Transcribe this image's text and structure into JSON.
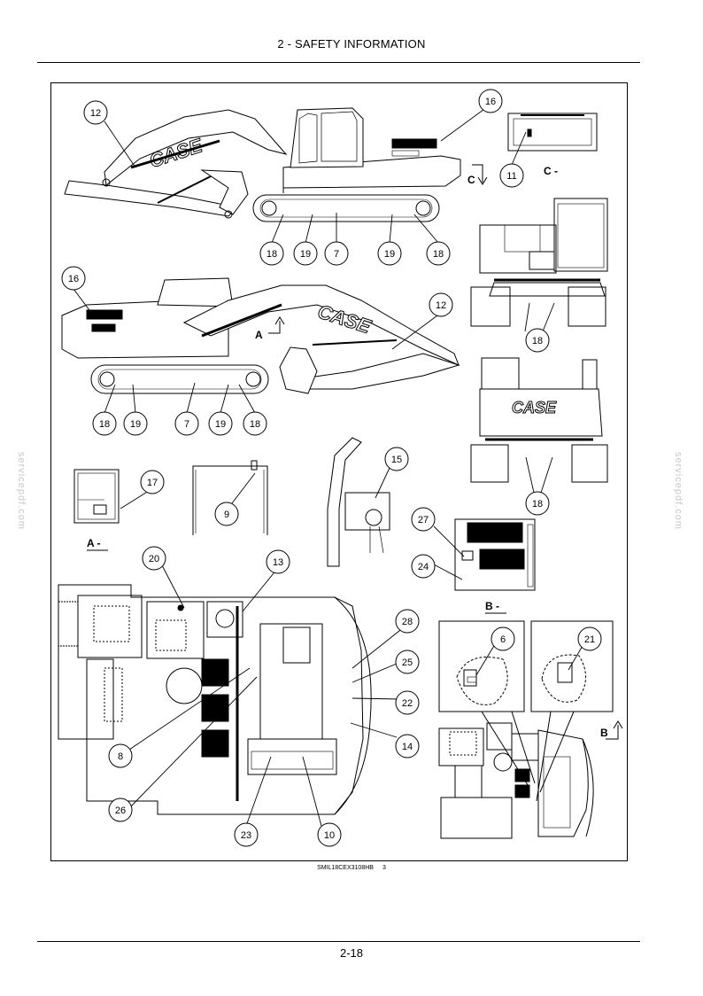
{
  "header": {
    "title": "2 - SAFETY INFORMATION"
  },
  "watermark": {
    "text": "servicepdf.com"
  },
  "figure": {
    "brand": "CASE",
    "views": {
      "A": "A -",
      "B": "B -",
      "C": "C -",
      "A_arrow": "A",
      "B_arrow": "B",
      "C_arrow": "C"
    },
    "callouts": {
      "c1": "12",
      "c2": "16",
      "c3": "11",
      "c4": "18",
      "c5": "19",
      "c6": "7",
      "c7": "19",
      "c8": "18",
      "c9": "16",
      "c10": "12",
      "c11": "18",
      "c12": "18",
      "c13": "19",
      "c14": "7",
      "c15": "19",
      "c16": "18",
      "c17": "18",
      "c18": "17",
      "c19": "9",
      "c20": "15",
      "c21": "27",
      "c22": "24",
      "c23": "20",
      "c24": "13",
      "c25": "28",
      "c26": "25",
      "c27": "22",
      "c28": "14",
      "c29": "8",
      "c30": "26",
      "c31": "23",
      "c32": "10",
      "c33": "6",
      "c34": "21"
    }
  },
  "caption": {
    "code": "SMIL18CEX3108HB",
    "number": "3"
  },
  "footer": {
    "page_number": "2-18"
  }
}
